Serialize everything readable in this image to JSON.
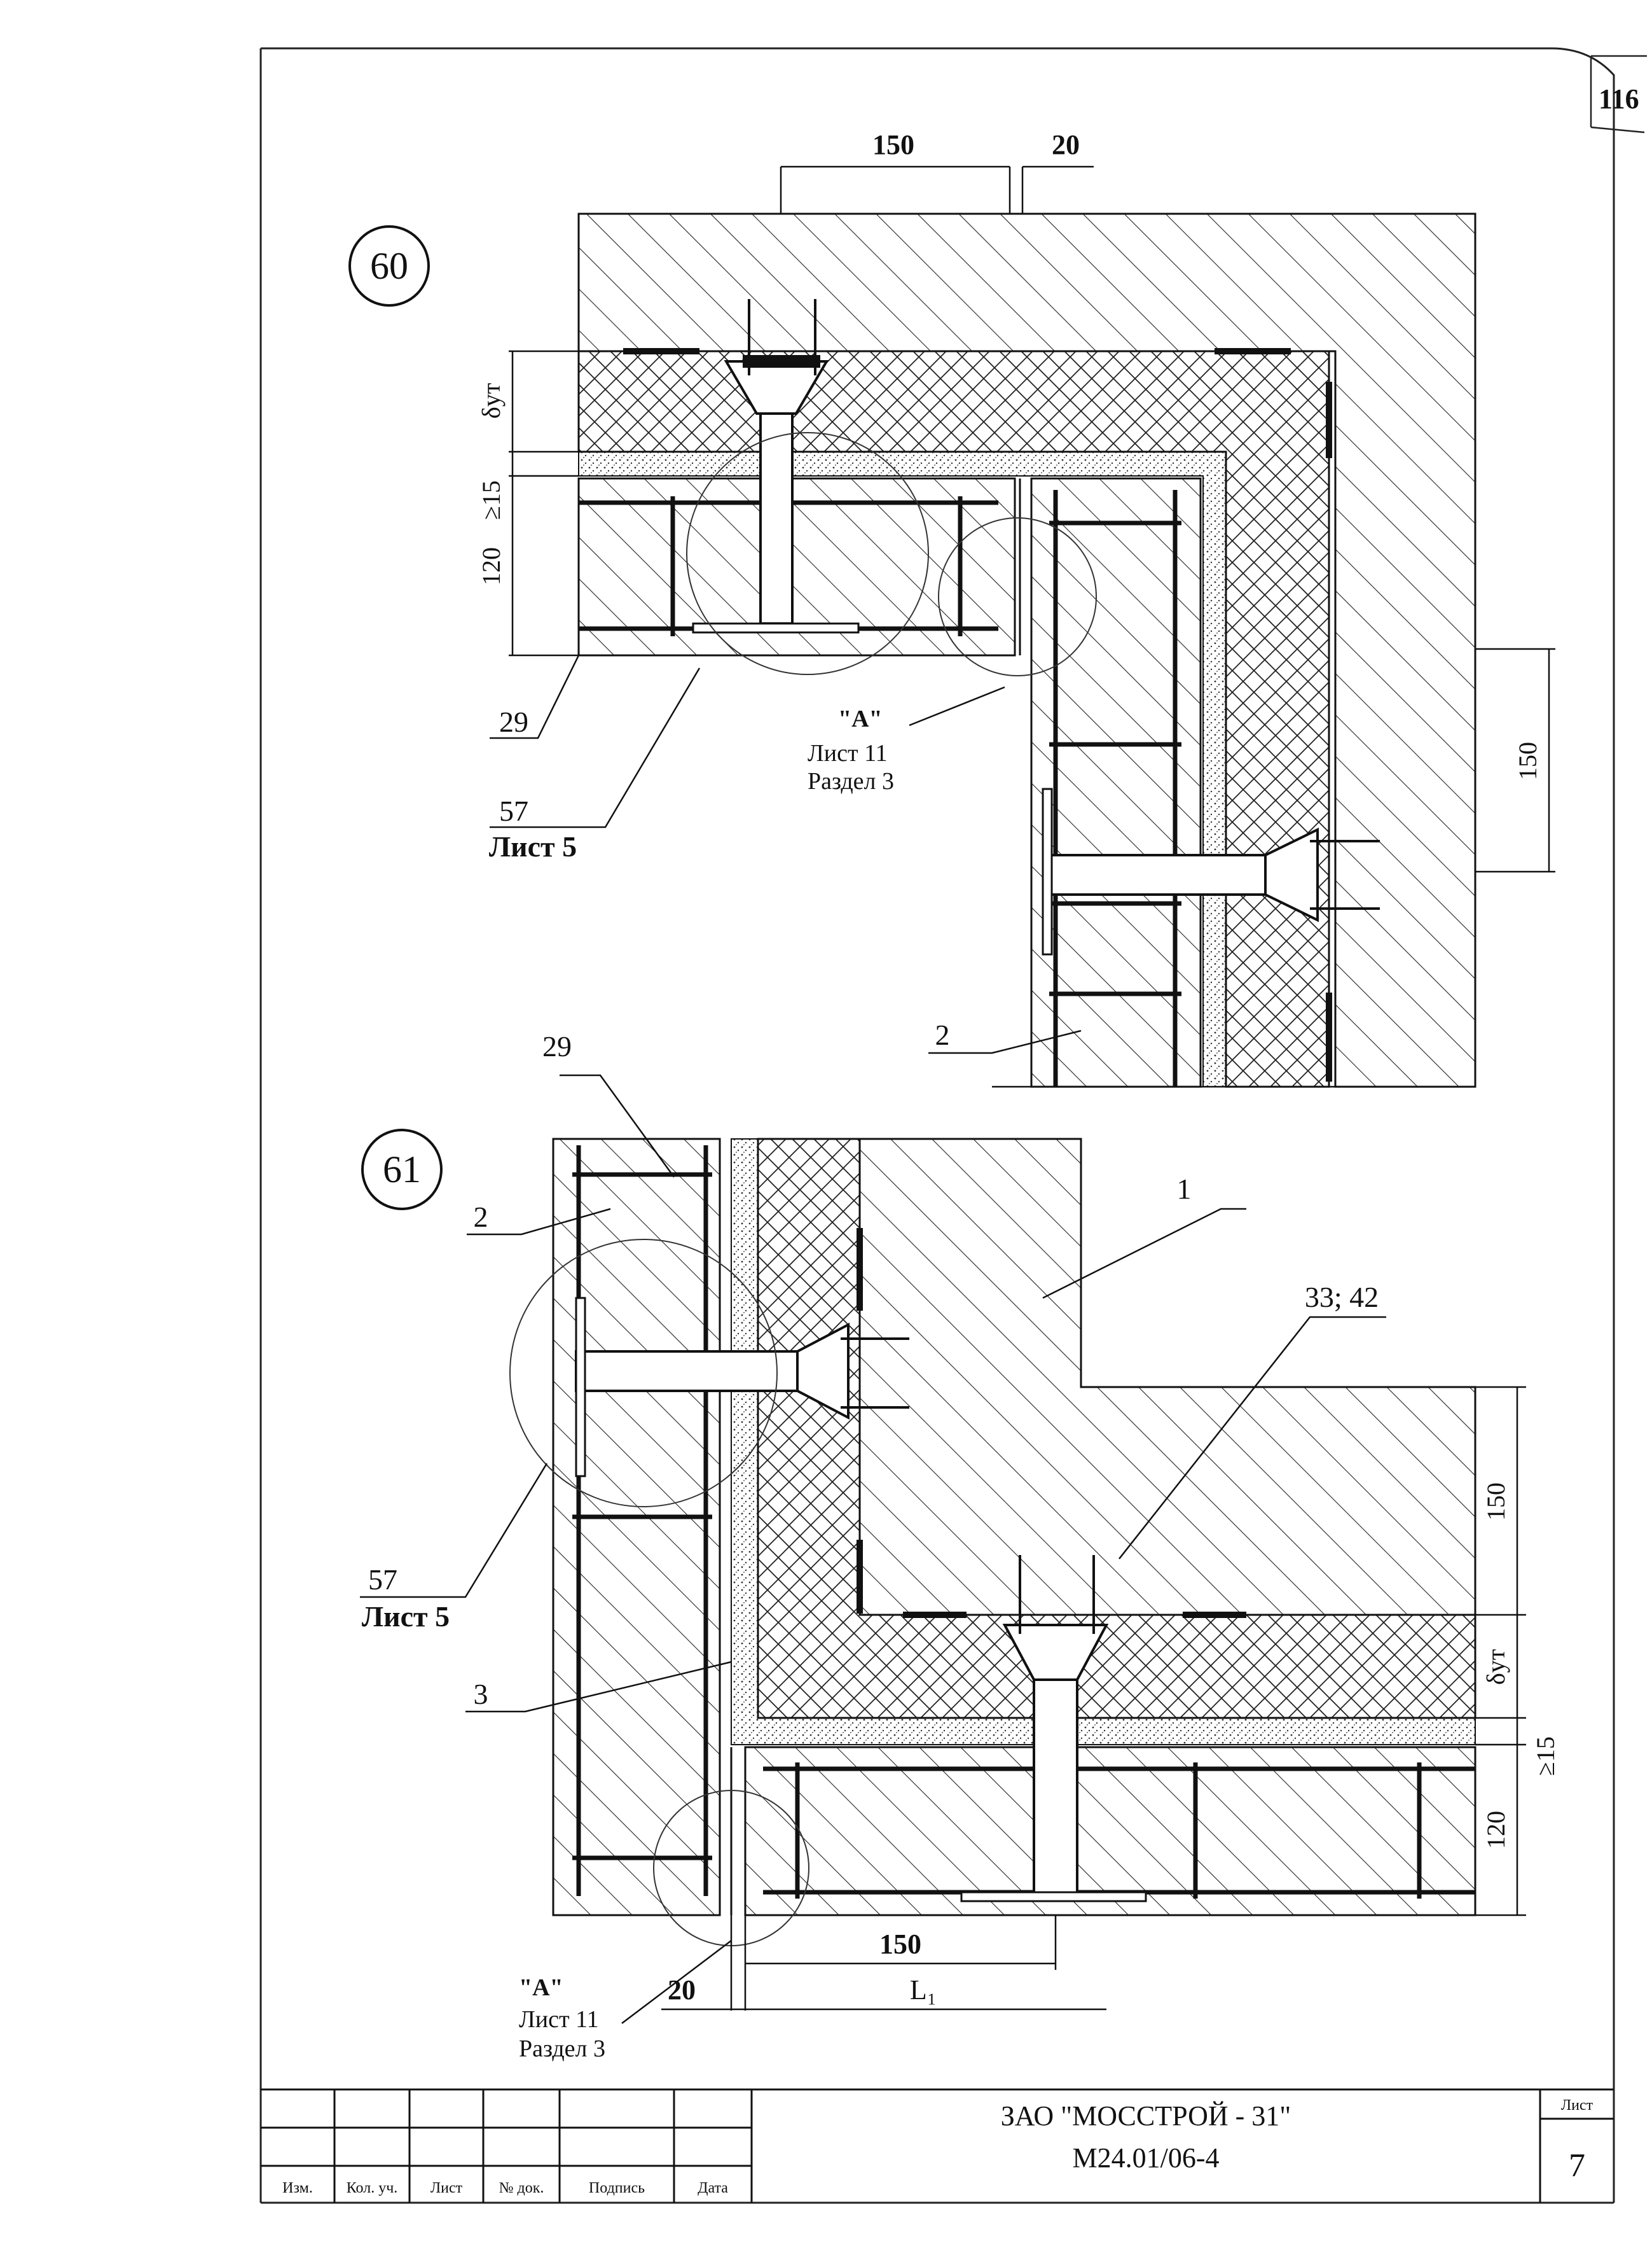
{
  "sheet_number_top": "116",
  "details": [
    {
      "id": "60",
      "dims": {
        "top_150": "150",
        "top_20": "20",
        "d_ut": "δут",
        "ge15": "≥15",
        "h120": "120",
        "right_150": "150"
      },
      "callouts": {
        "c29": "29",
        "c57": "57",
        "c57_sheet": "Лист 5",
        "cA": "\"А\"",
        "cA_sheet": "Лист 11",
        "cA_section": "Раздел 3",
        "c2": "2"
      }
    },
    {
      "id": "61",
      "dims": {
        "right_150": "150",
        "d_ut": "δут",
        "ge15": "≥15",
        "h120": "120",
        "bot_150": "150",
        "bot_20": "20",
        "L1": "L₁"
      },
      "callouts": {
        "c29": "29",
        "c2": "2",
        "c1": "1",
        "c33_42": "33; 42",
        "c57": "57",
        "c57_sheet": "Лист 5",
        "c3": "3",
        "cA": "\"А\"",
        "cA_sheet": "Лист 11",
        "cA_section": "Раздел 3"
      }
    }
  ],
  "title_block": {
    "columns": [
      "Изм.",
      "Кол. уч.",
      "Лист",
      "№ док.",
      "Подпись",
      "Дата"
    ],
    "company": "ЗАО \"МОССТРОЙ - 31\"",
    "doc_code": "М24.01/06-4",
    "sheet_label": "Лист",
    "sheet_number": "7"
  }
}
